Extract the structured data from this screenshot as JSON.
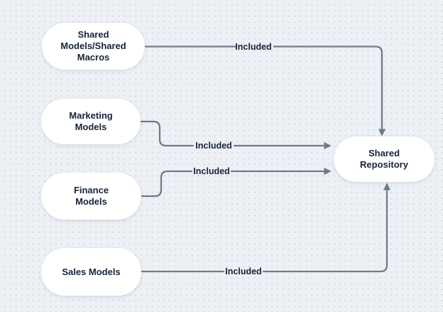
{
  "colors": {
    "background": "#edf1f5",
    "dots": "#d7dce3",
    "arrow": "#6e7b8a",
    "node_fill": "#ffffff",
    "text": "#16243a"
  },
  "nodes": [
    {
      "id": "shared-models-shared-macros",
      "label": "Shared Models/Shared Macros"
    },
    {
      "id": "marketing-models",
      "label": "Marketing Models"
    },
    {
      "id": "finance-models",
      "label": "Finance Models"
    },
    {
      "id": "sales-models",
      "label": "Sales Models"
    },
    {
      "id": "shared-repository",
      "label": "Shared Repository"
    }
  ],
  "edges": [
    {
      "from": "shared-models-shared-macros",
      "to": "shared-repository",
      "label": "Included"
    },
    {
      "from": "marketing-models",
      "to": "shared-repository",
      "label": "Included"
    },
    {
      "from": "finance-models",
      "to": "shared-repository",
      "label": "Included"
    },
    {
      "from": "sales-models",
      "to": "shared-repository",
      "label": "Included"
    }
  ]
}
